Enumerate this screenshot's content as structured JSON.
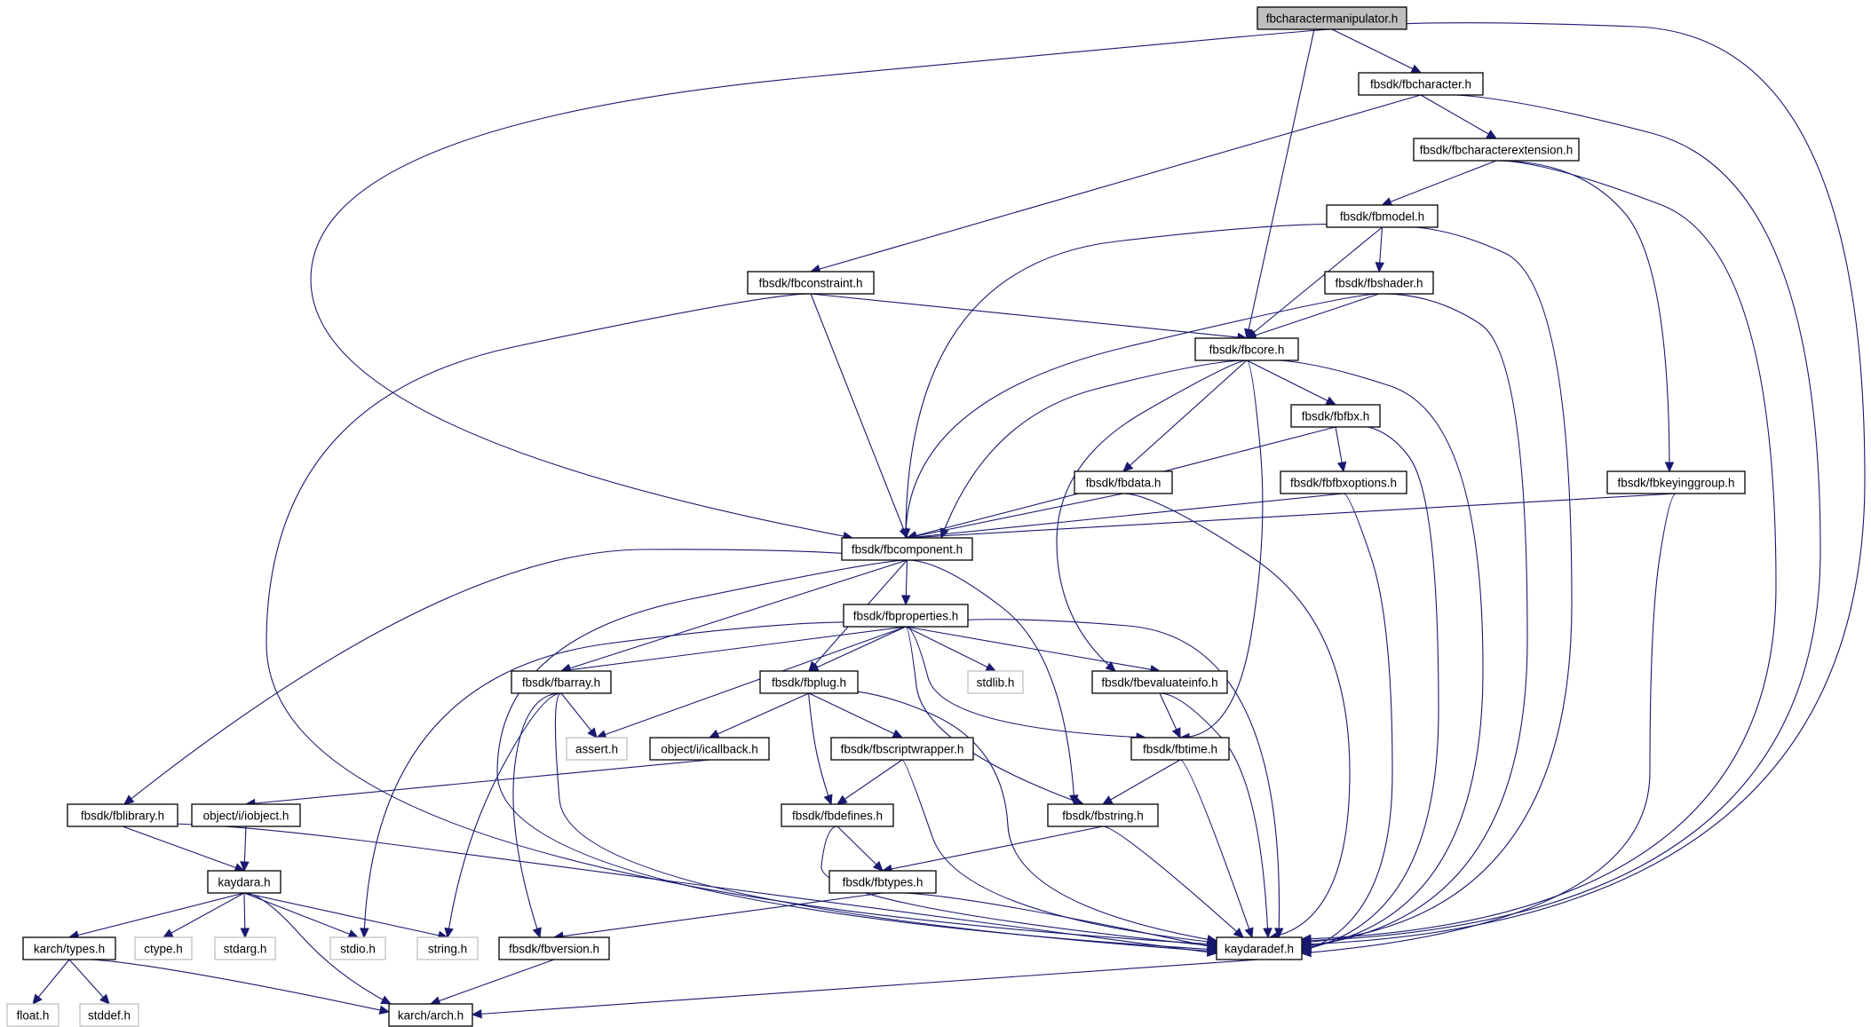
{
  "diagram": {
    "type": "include-dependency-graph",
    "nodes": [
      {
        "id": "root",
        "label": "fbcharactermanipulator.h",
        "kind": "root"
      },
      {
        "id": "fbcharacter",
        "label": "fbsdk/fbcharacter.h",
        "kind": "file"
      },
      {
        "id": "fbcharacterextension",
        "label": "fbsdk/fbcharacterextension.h",
        "kind": "file"
      },
      {
        "id": "fbmodel",
        "label": "fbsdk/fbmodel.h",
        "kind": "file"
      },
      {
        "id": "fbconstraint",
        "label": "fbsdk/fbconstraint.h",
        "kind": "file"
      },
      {
        "id": "fbshader",
        "label": "fbsdk/fbshader.h",
        "kind": "file"
      },
      {
        "id": "fbcore",
        "label": "fbsdk/fbcore.h",
        "kind": "file"
      },
      {
        "id": "fbfbx",
        "label": "fbsdk/fbfbx.h",
        "kind": "file"
      },
      {
        "id": "fbdata",
        "label": "fbsdk/fbdata.h",
        "kind": "file"
      },
      {
        "id": "fbfbxoptions",
        "label": "fbsdk/fbfbxoptions.h",
        "kind": "file"
      },
      {
        "id": "fbkeyinggroup",
        "label": "fbsdk/fbkeyinggroup.h",
        "kind": "file"
      },
      {
        "id": "fbcomponent",
        "label": "fbsdk/fbcomponent.h",
        "kind": "file"
      },
      {
        "id": "fbproperties",
        "label": "fbsdk/fbproperties.h",
        "kind": "file"
      },
      {
        "id": "fbarray",
        "label": "fbsdk/fbarray.h",
        "kind": "file"
      },
      {
        "id": "fbplug",
        "label": "fbsdk/fbplug.h",
        "kind": "file"
      },
      {
        "id": "stdlib",
        "label": "stdlib.h",
        "kind": "system"
      },
      {
        "id": "fbevaluateinfo",
        "label": "fbsdk/fbevaluateinfo.h",
        "kind": "file"
      },
      {
        "id": "assert",
        "label": "assert.h",
        "kind": "system"
      },
      {
        "id": "icallback",
        "label": "object/i/icallback.h",
        "kind": "file"
      },
      {
        "id": "fbscriptwrapper",
        "label": "fbsdk/fbscriptwrapper.h",
        "kind": "file"
      },
      {
        "id": "fbtime",
        "label": "fbsdk/fbtime.h",
        "kind": "file"
      },
      {
        "id": "fblibrary",
        "label": "fbsdk/fblibrary.h",
        "kind": "file"
      },
      {
        "id": "iobject",
        "label": "object/i/iobject.h",
        "kind": "file"
      },
      {
        "id": "fbdefines",
        "label": "fbsdk/fbdefines.h",
        "kind": "file"
      },
      {
        "id": "fbstring",
        "label": "fbsdk/fbstring.h",
        "kind": "file"
      },
      {
        "id": "kaydara",
        "label": "kaydara.h",
        "kind": "file"
      },
      {
        "id": "fbtypes",
        "label": "fbsdk/fbtypes.h",
        "kind": "file"
      },
      {
        "id": "karchtypes",
        "label": "karch/types.h",
        "kind": "file"
      },
      {
        "id": "ctype",
        "label": "ctype.h",
        "kind": "system"
      },
      {
        "id": "stdarg",
        "label": "stdarg.h",
        "kind": "system"
      },
      {
        "id": "stdio",
        "label": "stdio.h",
        "kind": "system"
      },
      {
        "id": "string",
        "label": "string.h",
        "kind": "system"
      },
      {
        "id": "fbversion",
        "label": "fbsdk/fbversion.h",
        "kind": "file"
      },
      {
        "id": "kaydaradef",
        "label": "kaydaradef.h",
        "kind": "file"
      },
      {
        "id": "float",
        "label": "float.h",
        "kind": "system"
      },
      {
        "id": "stddef",
        "label": "stddef.h",
        "kind": "system"
      },
      {
        "id": "arch",
        "label": "karch/arch.h",
        "kind": "file"
      }
    ],
    "edges": [
      [
        "root",
        "fbcharacter"
      ],
      [
        "root",
        "fbcore"
      ],
      [
        "root",
        "fbcomponent"
      ],
      [
        "root",
        "kaydaradef"
      ],
      [
        "fbcharacter",
        "fbcharacterextension"
      ],
      [
        "fbcharacter",
        "fbconstraint"
      ],
      [
        "fbcharacter",
        "kaydaradef"
      ],
      [
        "fbcharacterextension",
        "fbmodel"
      ],
      [
        "fbcharacterextension",
        "fbkeyinggroup"
      ],
      [
        "fbcharacterextension",
        "kaydaradef"
      ],
      [
        "fbmodel",
        "fbshader"
      ],
      [
        "fbmodel",
        "fbcore"
      ],
      [
        "fbmodel",
        "fbcomponent"
      ],
      [
        "fbmodel",
        "kaydaradef"
      ],
      [
        "fbconstraint",
        "fbcore"
      ],
      [
        "fbconstraint",
        "fbcomponent"
      ],
      [
        "fbconstraint",
        "kaydaradef"
      ],
      [
        "fbshader",
        "fbcore"
      ],
      [
        "fbshader",
        "fbcomponent"
      ],
      [
        "fbshader",
        "kaydaradef"
      ],
      [
        "fbcore",
        "fbfbx"
      ],
      [
        "fbcore",
        "fbdata"
      ],
      [
        "fbcore",
        "fbcomponent"
      ],
      [
        "fbcore",
        "fbevaluateinfo"
      ],
      [
        "fbcore",
        "fbtime"
      ],
      [
        "fbcore",
        "kaydaradef"
      ],
      [
        "fbfbx",
        "fbfbxoptions"
      ],
      [
        "fbfbx",
        "fbcomponent"
      ],
      [
        "fbfbx",
        "kaydaradef"
      ],
      [
        "fbdata",
        "fbcomponent"
      ],
      [
        "fbdata",
        "kaydaradef"
      ],
      [
        "fbfbxoptions",
        "fbcomponent"
      ],
      [
        "fbfbxoptions",
        "kaydaradef"
      ],
      [
        "fbkeyinggroup",
        "fbcomponent"
      ],
      [
        "fbkeyinggroup",
        "kaydaradef"
      ],
      [
        "fbcomponent",
        "fbproperties"
      ],
      [
        "fbcomponent",
        "fbarray"
      ],
      [
        "fbcomponent",
        "fbplug"
      ],
      [
        "fbcomponent",
        "fbstring"
      ],
      [
        "fbcomponent",
        "fblibrary"
      ],
      [
        "fbcomponent",
        "kaydaradef"
      ],
      [
        "fbproperties",
        "fbarray"
      ],
      [
        "fbproperties",
        "fbplug"
      ],
      [
        "fbproperties",
        "stdlib"
      ],
      [
        "fbproperties",
        "fbevaluateinfo"
      ],
      [
        "fbproperties",
        "assert"
      ],
      [
        "fbproperties",
        "fbtime"
      ],
      [
        "fbproperties",
        "fbstring"
      ],
      [
        "fbproperties",
        "stdio"
      ],
      [
        "fbproperties",
        "kaydaradef"
      ],
      [
        "fbarray",
        "assert"
      ],
      [
        "fbarray",
        "string"
      ],
      [
        "fbarray",
        "fbversion"
      ],
      [
        "fbarray",
        "kaydaradef"
      ],
      [
        "fbplug",
        "icallback"
      ],
      [
        "fbplug",
        "fbscriptwrapper"
      ],
      [
        "fbplug",
        "fbdefines"
      ],
      [
        "fbplug",
        "kaydaradef"
      ],
      [
        "fbevaluateinfo",
        "fbtime"
      ],
      [
        "fbevaluateinfo",
        "kaydaradef"
      ],
      [
        "icallback",
        "iobject"
      ],
      [
        "fbscriptwrapper",
        "fbdefines"
      ],
      [
        "fbscriptwrapper",
        "kaydaradef"
      ],
      [
        "fbtime",
        "fbstring"
      ],
      [
        "fbtime",
        "kaydaradef"
      ],
      [
        "fblibrary",
        "kaydara"
      ],
      [
        "fblibrary",
        "kaydaradef"
      ],
      [
        "iobject",
        "kaydara"
      ],
      [
        "fbdefines",
        "fbtypes"
      ],
      [
        "fbdefines",
        "kaydaradef"
      ],
      [
        "fbstring",
        "fbtypes"
      ],
      [
        "fbstring",
        "kaydaradef"
      ],
      [
        "fbtypes",
        "fbversion"
      ],
      [
        "fbtypes",
        "kaydaradef"
      ],
      [
        "kaydara",
        "karchtypes"
      ],
      [
        "kaydara",
        "ctype"
      ],
      [
        "kaydara",
        "stdarg"
      ],
      [
        "kaydara",
        "stdio"
      ],
      [
        "kaydara",
        "string"
      ],
      [
        "kaydara",
        "arch"
      ],
      [
        "karchtypes",
        "float"
      ],
      [
        "karchtypes",
        "stddef"
      ],
      [
        "karchtypes",
        "arch"
      ],
      [
        "fbversion",
        "arch"
      ],
      [
        "kaydaradef",
        "arch"
      ]
    ],
    "colors": {
      "edge": "#191970",
      "node_border": "#000000",
      "system_node_border": "#bfbfbf",
      "root_fill": "#bfbfbf",
      "background": "#ffffff"
    }
  }
}
